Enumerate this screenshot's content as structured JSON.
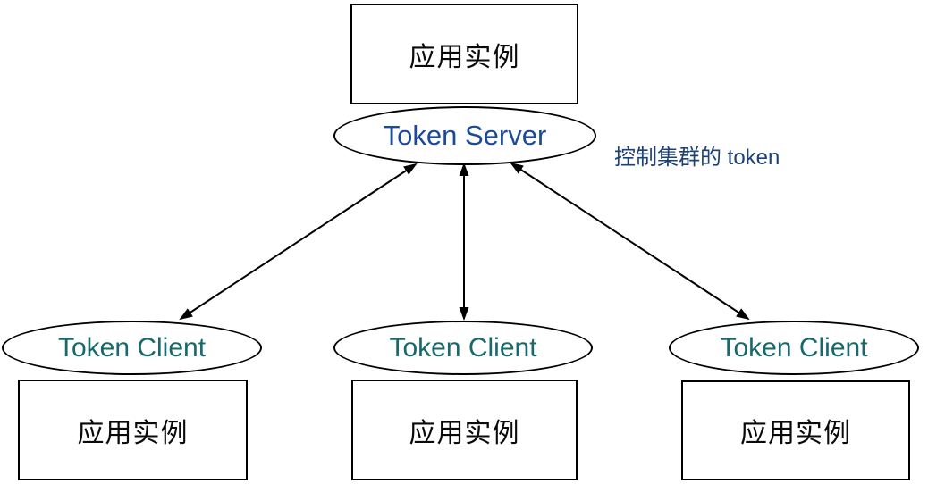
{
  "diagram": {
    "server_group": {
      "app_box_label": "应用实例",
      "server_label": "Token Server"
    },
    "annotation_label": "控制集群的 token",
    "client_groups": [
      {
        "client_label": "Token Client",
        "app_box_label": "应用实例"
      },
      {
        "client_label": "Token Client",
        "app_box_label": "应用实例"
      },
      {
        "client_label": "Token Client",
        "app_box_label": "应用实例"
      }
    ],
    "connections": [
      {
        "from": "Token Server",
        "to": "Token Client (left)",
        "bidirectional": true
      },
      {
        "from": "Token Server",
        "to": "Token Client (middle)",
        "bidirectional": true
      },
      {
        "from": "Token Server",
        "to": "Token Client (right)",
        "bidirectional": true
      }
    ],
    "colors": {
      "server_text": "#1b4a9b",
      "client_text": "#17696b",
      "annotation_text": "#1d4179",
      "shape_stroke": "#000000",
      "background": "#ffffff"
    }
  }
}
